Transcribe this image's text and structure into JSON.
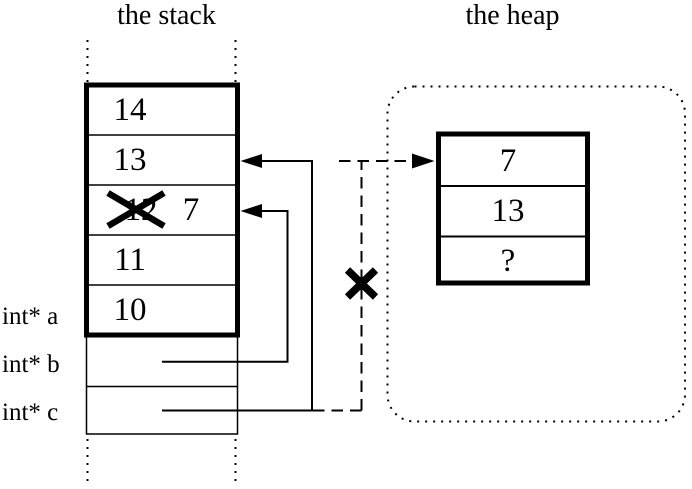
{
  "titles": {
    "stack": "the stack",
    "heap": "the heap"
  },
  "stack_frame": {
    "cells": [
      {
        "value": "14"
      },
      {
        "value": "13"
      },
      {
        "value": "12",
        "crossed_out": true,
        "replacement": "7"
      },
      {
        "value": "11"
      },
      {
        "value": "10"
      }
    ]
  },
  "locals": {
    "labels": [
      {
        "text": "int* a"
      },
      {
        "text": "int* b"
      },
      {
        "text": "int* c"
      }
    ]
  },
  "heap_block": {
    "cells": [
      {
        "value": "7"
      },
      {
        "value": "13"
      },
      {
        "value": "?"
      }
    ]
  },
  "colors": {
    "ink": "#000000",
    "background": "#ffffff"
  }
}
